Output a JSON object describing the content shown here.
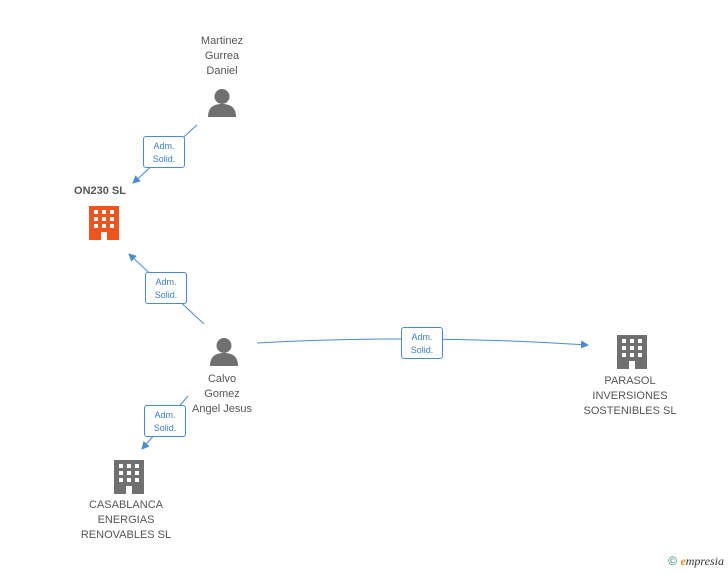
{
  "nodes": {
    "martinez": {
      "label": "Martinez\nGurrea\nDaniel",
      "icon": "person-icon"
    },
    "on230": {
      "label": "ON230  SL",
      "icon": "building-icon",
      "color": "#f0541e"
    },
    "calvo": {
      "label": "Calvo\nGomez\nAngel Jesus",
      "icon": "person-icon"
    },
    "parasol": {
      "label": "PARASOL\nINVERSIONES\nSOSTENIBLES SL",
      "icon": "building-icon"
    },
    "casablanca": {
      "label": "CASABLANCA\nENERGIAS\nRENOVABLES SL",
      "icon": "building-icon"
    }
  },
  "edges": {
    "martinez_on230": "Adm.\nSolid.",
    "calvo_on230": "Adm.\nSolid.",
    "calvo_parasol": "Adm.\nSolid.",
    "calvo_casablanca": "Adm.\nSolid."
  },
  "footer": {
    "copyright": "©",
    "brand_initial": "e",
    "brand_rest": "mpresia"
  },
  "colors": {
    "edge": "#4a8ad6",
    "icon_gray": "#707070",
    "icon_main": "#f0541e"
  }
}
